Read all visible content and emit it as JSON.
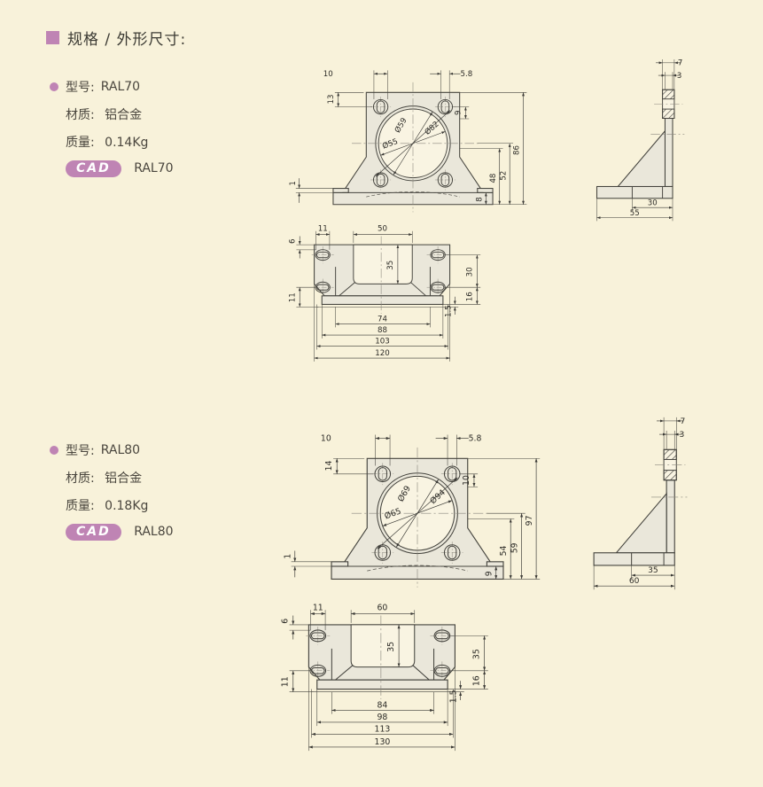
{
  "page": {
    "section_title": "规格 / 外形尺寸:",
    "background_color": "#f8f2da",
    "accent_color": "#bf84b4"
  },
  "labels": {
    "model": "型号:",
    "material": "材质:",
    "weight": "质量:",
    "cad": "CAD"
  },
  "products": [
    {
      "model": "RAL70",
      "material": "铝合金",
      "weight": "0.14Kg",
      "cad_model": "RAL70",
      "front_view": {
        "slot_length": "10",
        "slot_width": "5.8",
        "hole_top_offset": "13",
        "hole_side_offset": "9",
        "bore_dia": "Ø55",
        "spigot_dia": "Ø59",
        "bolt_circle_dia": "Ø82",
        "foot_height": "8",
        "h_lower": "48",
        "h_center": "52",
        "total_height": "86",
        "foot_step": "1"
      },
      "side_view": {
        "flange_t": "7",
        "wall_t": "3",
        "rib_depth": "30",
        "base_depth": "55"
      },
      "bottom_view": {
        "slot_length": "11",
        "channel_width": "50",
        "edge_offset": "6",
        "channel_depth": "35",
        "hole_spacing": "30",
        "hole_edge": "16",
        "flange_offset": "11",
        "lip": "1.5",
        "w_inner": "74",
        "w_mid": "88",
        "w_outer": "103",
        "w_total": "120"
      }
    },
    {
      "model": "RAL80",
      "material": "铝合金",
      "weight": "0.18Kg",
      "cad_model": "RAL80",
      "front_view": {
        "slot_length": "10",
        "slot_width": "5.8",
        "hole_top_offset": "14",
        "hole_side_offset": "10",
        "bore_dia": "Ø65",
        "spigot_dia": "Ø69",
        "bolt_circle_dia": "Ø94",
        "foot_height": "9",
        "h_lower": "54",
        "h_center": "59",
        "total_height": "97",
        "foot_step": "1"
      },
      "side_view": {
        "flange_t": "7",
        "wall_t": "3",
        "rib_depth": "35",
        "base_depth": "60"
      },
      "bottom_view": {
        "slot_length": "11",
        "channel_width": "60",
        "edge_offset": "6",
        "channel_depth": "35",
        "hole_spacing": "35",
        "hole_edge": "16",
        "flange_offset": "11",
        "lip": "1.5",
        "w_inner": "84",
        "w_mid": "98",
        "w_outer": "113",
        "w_total": "130"
      }
    }
  ]
}
